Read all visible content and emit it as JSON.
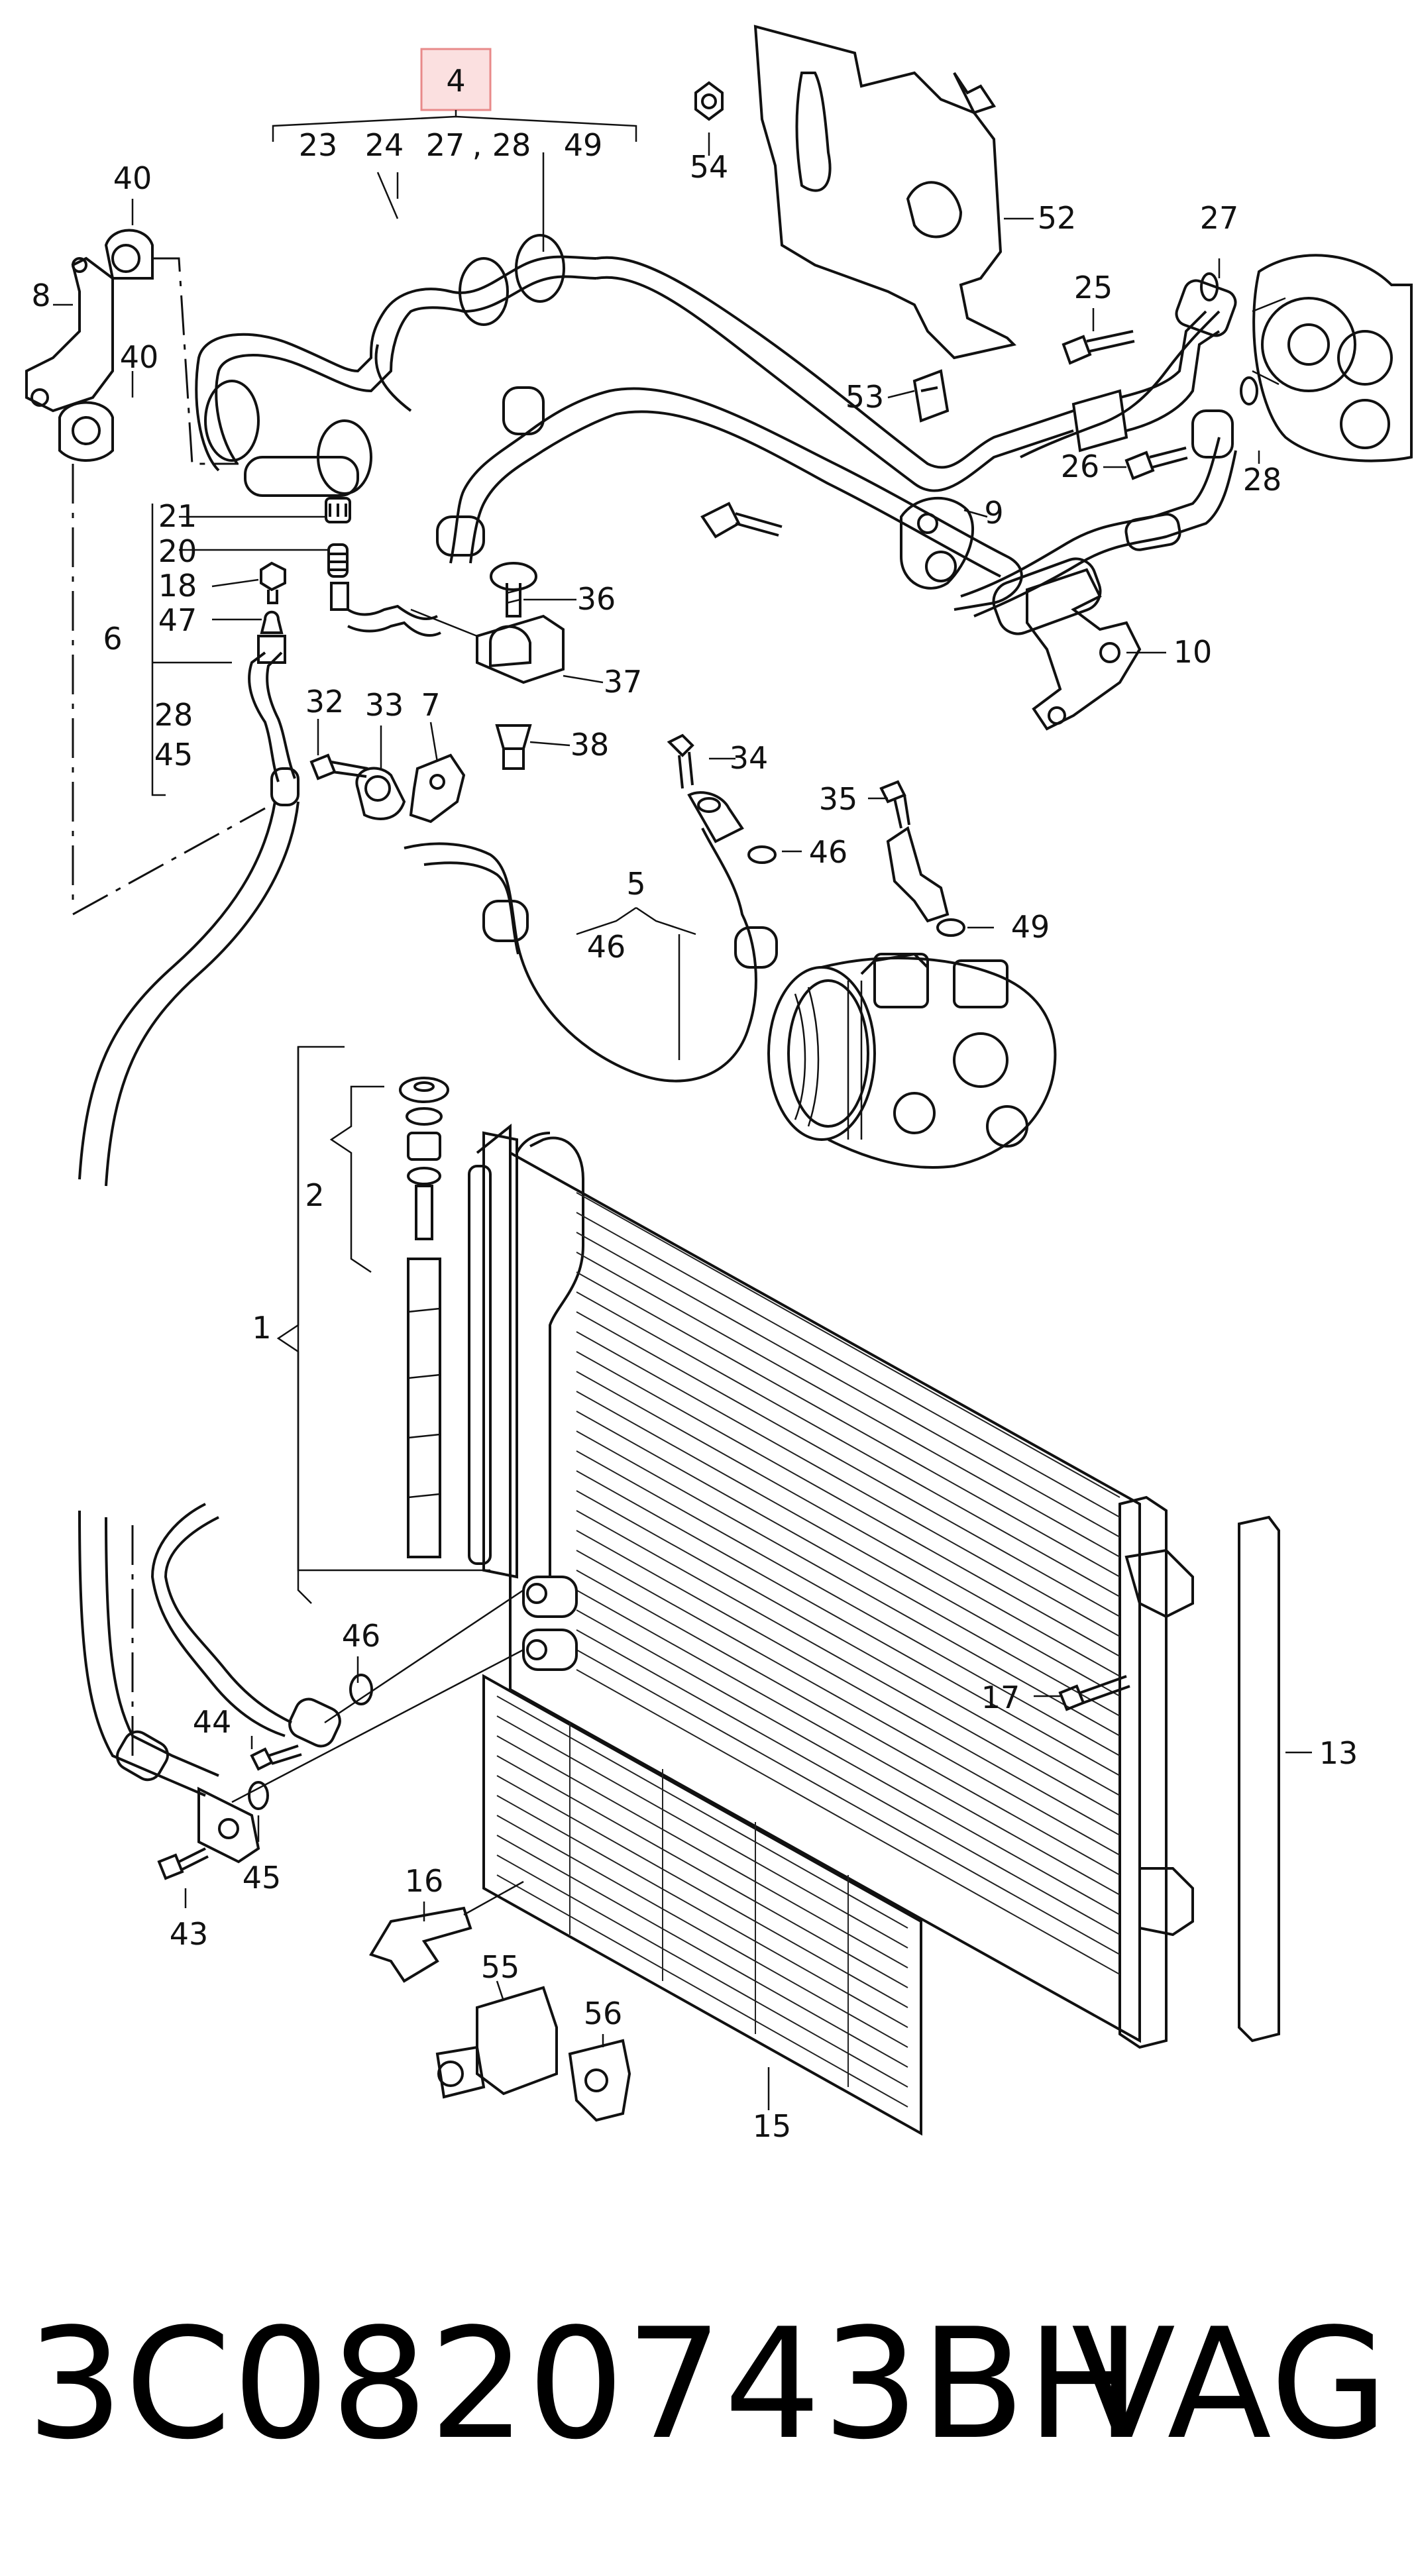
{
  "highlight_box": {
    "label": "4",
    "border_color": "#e88a8a",
    "fill_color": "#fbe0e0"
  },
  "callouts": [
    {
      "id": "c23",
      "text": "23"
    },
    {
      "id": "c24",
      "text": "24"
    },
    {
      "id": "c27a",
      "text": "27"
    },
    {
      "id": "c_comma",
      "text": ","
    },
    {
      "id": "c28a",
      "text": "28"
    },
    {
      "id": "c49a",
      "text": "49"
    },
    {
      "id": "c54",
      "text": "54"
    },
    {
      "id": "c52",
      "text": "52"
    },
    {
      "id": "c27b",
      "text": "27"
    },
    {
      "id": "c25",
      "text": "25"
    },
    {
      "id": "c53",
      "text": "53"
    },
    {
      "id": "c26",
      "text": "26"
    },
    {
      "id": "c28b",
      "text": "28"
    },
    {
      "id": "c9",
      "text": "9"
    },
    {
      "id": "c10",
      "text": "10"
    },
    {
      "id": "c40a",
      "text": "40"
    },
    {
      "id": "c8",
      "text": "8"
    },
    {
      "id": "c40b",
      "text": "40"
    },
    {
      "id": "c21",
      "text": "21"
    },
    {
      "id": "c20",
      "text": "20"
    },
    {
      "id": "c18",
      "text": "18"
    },
    {
      "id": "c6",
      "text": "6"
    },
    {
      "id": "c47",
      "text": "47"
    },
    {
      "id": "c28c",
      "text": "28"
    },
    {
      "id": "c45a",
      "text": "45"
    },
    {
      "id": "c36",
      "text": "36"
    },
    {
      "id": "c37",
      "text": "37"
    },
    {
      "id": "c38",
      "text": "38"
    },
    {
      "id": "c32",
      "text": "32"
    },
    {
      "id": "c33",
      "text": "33"
    },
    {
      "id": "c7",
      "text": "7"
    },
    {
      "id": "c34",
      "text": "34"
    },
    {
      "id": "c35",
      "text": "35"
    },
    {
      "id": "c46a",
      "text": "46"
    },
    {
      "id": "c5",
      "text": "5"
    },
    {
      "id": "c46b",
      "text": "46"
    },
    {
      "id": "c49b",
      "text": "49"
    },
    {
      "id": "c2",
      "text": "2"
    },
    {
      "id": "c1",
      "text": "1"
    },
    {
      "id": "c46c",
      "text": "46"
    },
    {
      "id": "c44",
      "text": "44"
    },
    {
      "id": "c45b",
      "text": "45"
    },
    {
      "id": "c43",
      "text": "43"
    },
    {
      "id": "c17",
      "text": "17"
    },
    {
      "id": "c13",
      "text": "13"
    },
    {
      "id": "c16",
      "text": "16"
    },
    {
      "id": "c55",
      "text": "55"
    },
    {
      "id": "c56",
      "text": "56"
    },
    {
      "id": "c15",
      "text": "15"
    }
  ],
  "footer": {
    "part_number": "3C0820743BH",
    "brand": "VAG"
  }
}
